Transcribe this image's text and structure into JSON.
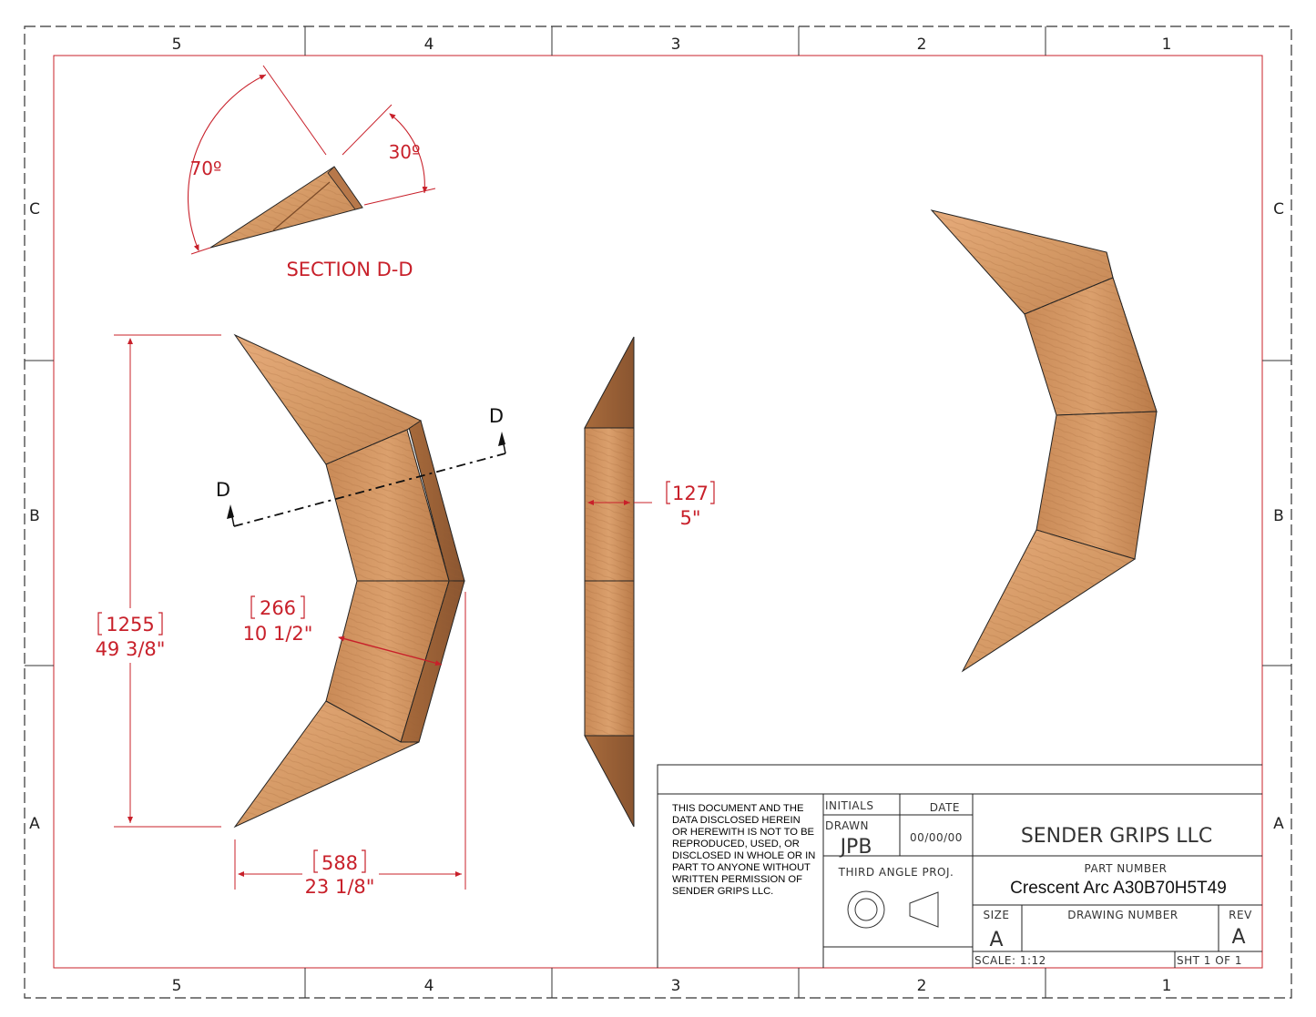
{
  "zones": {
    "columns": [
      "5",
      "4",
      "3",
      "2",
      "1"
    ],
    "rows": [
      "C",
      "B",
      "A"
    ]
  },
  "section": {
    "title": "SECTION D-D",
    "angle_a": "70º",
    "angle_b": "30º",
    "cut_label": "D"
  },
  "dimensions": {
    "height_mm": "1255",
    "height_in": "49 3/8\"",
    "width_mm": "588",
    "width_in": "23 1/8\"",
    "face_mm": "266",
    "face_in": "10 1/2\"",
    "thickness_mm": "127",
    "thickness_in": "5\""
  },
  "title_block": {
    "notice": [
      "THIS DOCUMENT AND THE",
      "DATA DISCLOSED HEREIN",
      "OR HEREWITH IS NOT TO BE",
      "REPRODUCED, USED, OR",
      "DISCLOSED IN WHOLE OR IN",
      "PART TO ANYONE WITHOUT",
      "WRITTEN PERMISSION OF",
      "SENDER GRIPS LLC."
    ],
    "initials_label": "INITIALS",
    "date_label": "DATE",
    "drawn_label": "DRAWN",
    "drawn_value": "JPB",
    "date_value": "00/00/00",
    "company": "SENDER GRIPS LLC",
    "projection": "THIRD ANGLE PROJ.",
    "part_number_label": "PART NUMBER",
    "part_number": "Crescent Arc A30B70H5T49",
    "size_label": "SIZE",
    "size_value": "A",
    "drawing_number_label": "DRAWING NUMBER",
    "rev_label": "REV",
    "rev_value": "A",
    "scale": "SCALE: 1:12",
    "sheet": "SHT 1  OF  1"
  },
  "colors": {
    "dimension": "#c8202a",
    "wood_light": "#e2a574",
    "wood_mid": "#c98b57",
    "wood_dark": "#9c6437"
  }
}
